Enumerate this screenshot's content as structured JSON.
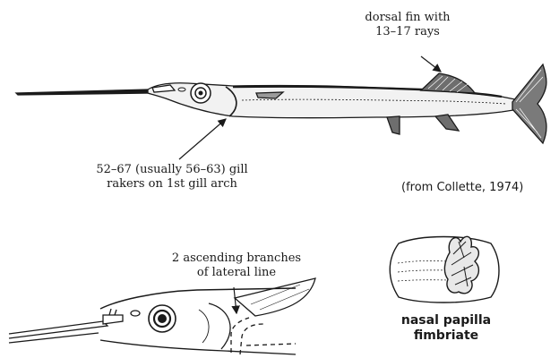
{
  "labels": {
    "dorsal_fin": [
      "dorsal fin with",
      "13–17 rays"
    ],
    "gill_rakers": [
      "52–67 (usually 56–63) gill",
      "rakers on 1st gill arch"
    ],
    "credit": "(from Collette, 1974)",
    "lateral_line": [
      "2 ascending branches",
      "of lateral line"
    ],
    "nasal_papilla": [
      "nasal papilla",
      "fimbriate"
    ]
  },
  "colors": {
    "ink": "#1a1a1a",
    "background": "#ffffff"
  }
}
